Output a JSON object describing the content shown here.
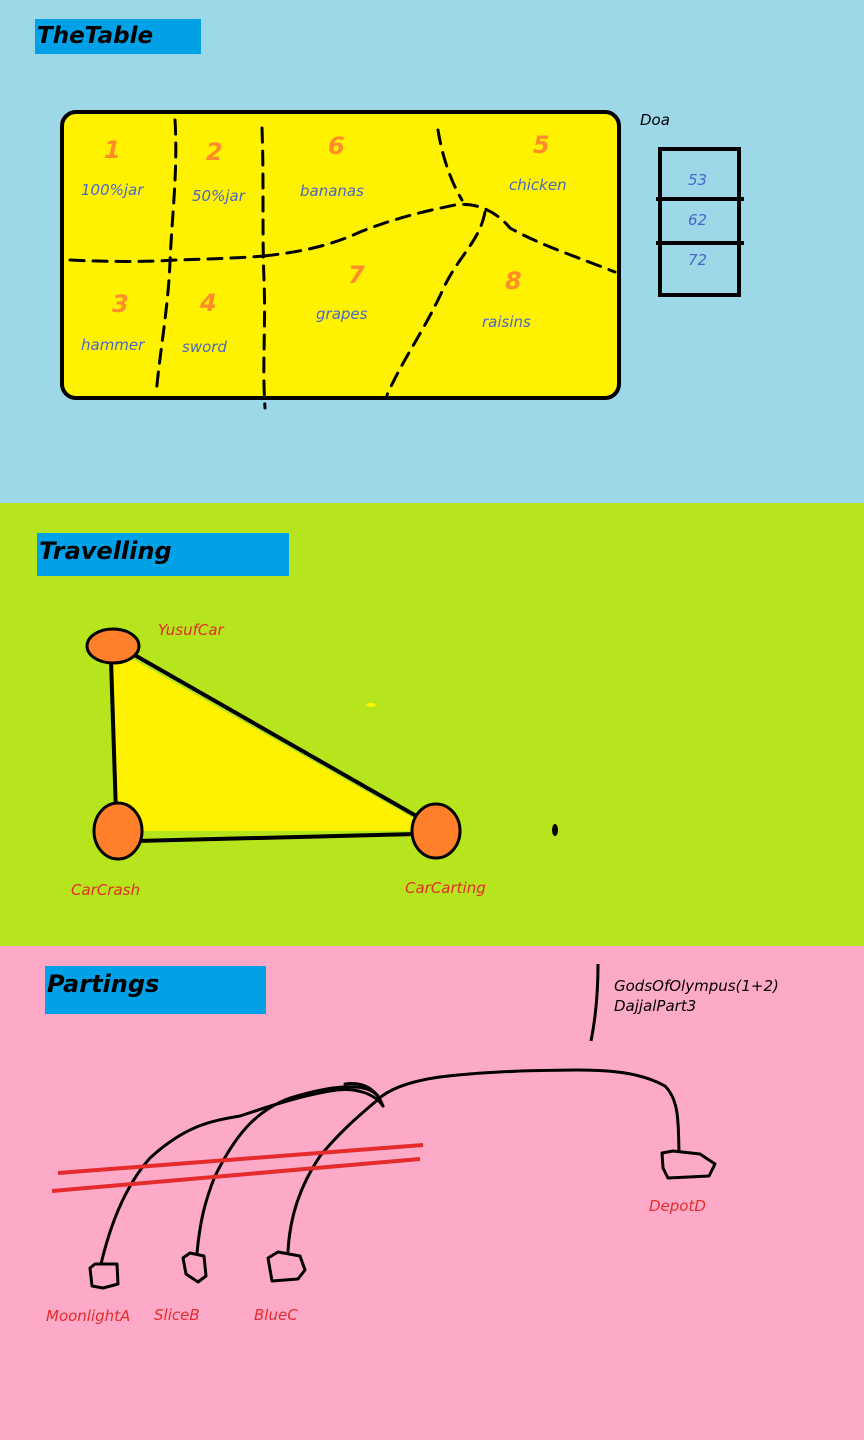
{
  "sections": {
    "table": {
      "title": "TheTable",
      "cells": [
        {
          "number": "1",
          "item": "100%jar"
        },
        {
          "number": "2",
          "item": "50%jar"
        },
        {
          "number": "6",
          "item": "bananas"
        },
        {
          "number": "5",
          "item": "chicken"
        },
        {
          "number": "3",
          "item": "hammer"
        },
        {
          "number": "4",
          "item": "sword"
        },
        {
          "number": "7",
          "item": "grapes"
        },
        {
          "number": "8",
          "item": "raisins"
        }
      ],
      "side_label": "Doa",
      "side_values": [
        "53",
        "62",
        "72"
      ]
    },
    "travelling": {
      "title": "Travelling",
      "nodes": [
        "YusufCar",
        "CarCrash",
        "CarCarting"
      ]
    },
    "partings": {
      "title": "Partings",
      "note_lines": [
        "GodsOfOlympus(1+2)",
        "DajjalPart3"
      ],
      "nodes": [
        "MoonlightA",
        "SliceB",
        "BlueC",
        "DepotD"
      ]
    }
  },
  "colors": {
    "table_bg": "#9dd8e8",
    "travel_bg": "#b6e51d",
    "partings_bg": "#fdaac8",
    "header_box": "#00a1e6",
    "table_fill": "#fff200",
    "number_orange": "#ff8c2a",
    "item_blue": "#4a67c6",
    "label_red": "#e52b2b",
    "node_orange": "#ff7f2a"
  }
}
